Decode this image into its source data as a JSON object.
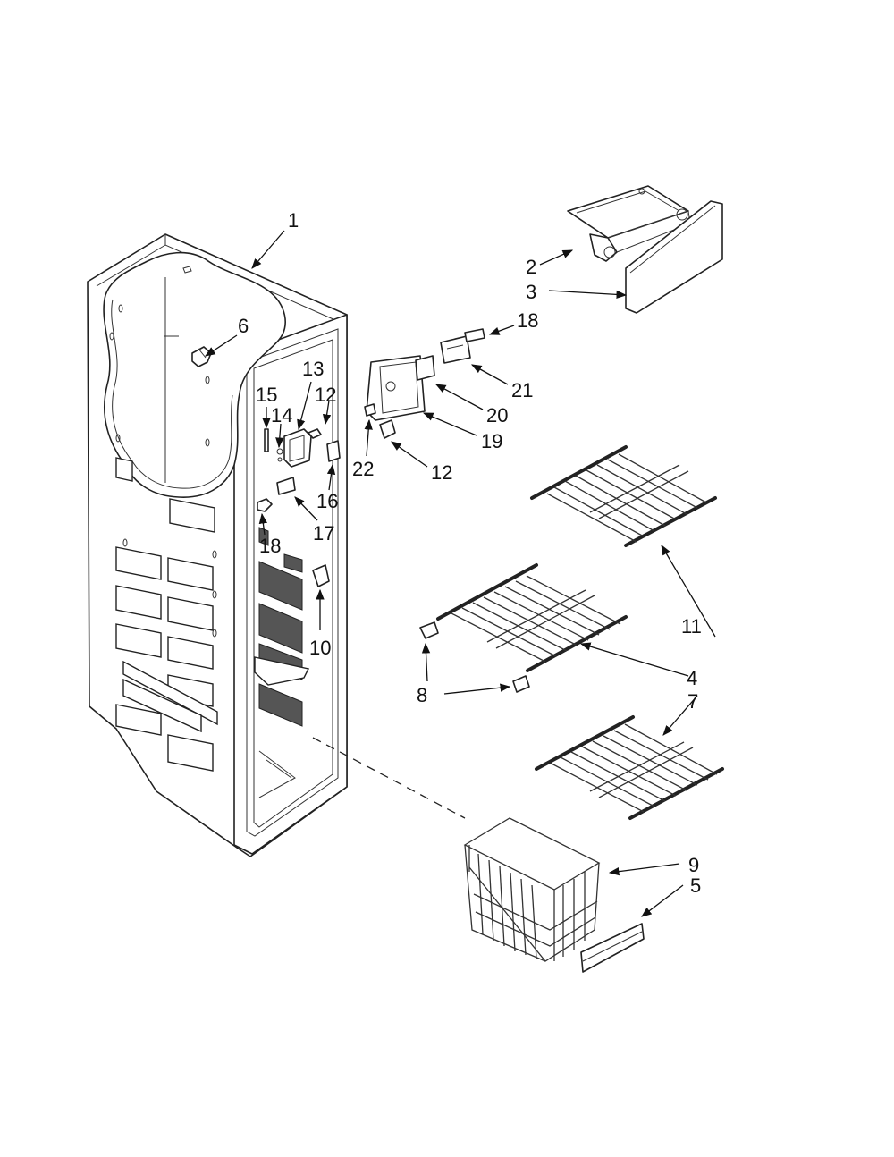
{
  "callouts": {
    "c1": "1",
    "c2": "2",
    "c3": "3",
    "c4": "4",
    "c5": "5",
    "c6": "6",
    "c7": "7",
    "c8": "8",
    "c9": "9",
    "c10": "10",
    "c11": "11",
    "c12a": "12",
    "c12b": "12",
    "c13": "13",
    "c14": "14",
    "c15": "15",
    "c16": "16",
    "c17": "17",
    "c18a": "18",
    "c18b": "18",
    "c19": "19",
    "c20": "20",
    "c21": "21",
    "c22": "22"
  },
  "colors": {
    "line": "#222222",
    "background": "#ffffff"
  }
}
